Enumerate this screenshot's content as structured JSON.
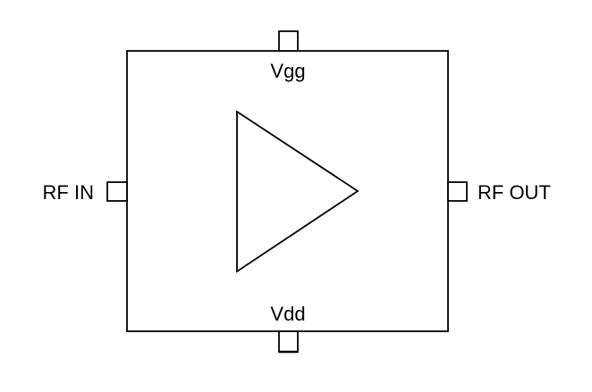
{
  "diagram": {
    "labels": {
      "vgg": "Vgg",
      "vdd": "Vdd",
      "rf_in": "RF IN",
      "rf_out": "RF OUT"
    },
    "colors": {
      "stroke": "#000000",
      "background": "#ffffff"
    }
  }
}
